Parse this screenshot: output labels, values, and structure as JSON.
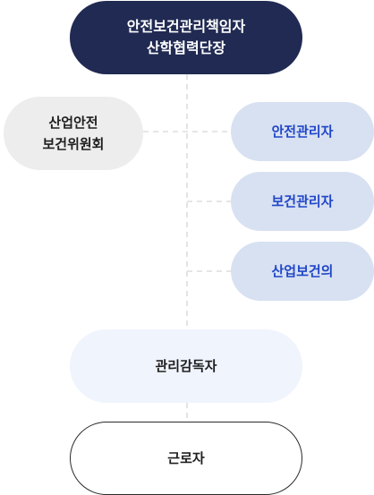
{
  "diagram": {
    "top_node": {
      "line1": "안전보건관리책임자",
      "line2": "산학협력단장"
    },
    "committee": {
      "line1": "산업안전",
      "line2": "보건위원회"
    },
    "staff_nodes": [
      {
        "label": "안전관리자"
      },
      {
        "label": "보건관리자"
      },
      {
        "label": "산업보건의"
      }
    ],
    "manager": {
      "label": "관리감독자"
    },
    "worker": {
      "label": "근로자"
    }
  },
  "colors": {
    "top_fill": "#202a52",
    "committee_fill": "#ededed",
    "staff_fill": "#d7e1f1",
    "staff_text": "#2146c9",
    "manager_fill": "#f0f4fd",
    "connector": "#d6d6d6"
  }
}
